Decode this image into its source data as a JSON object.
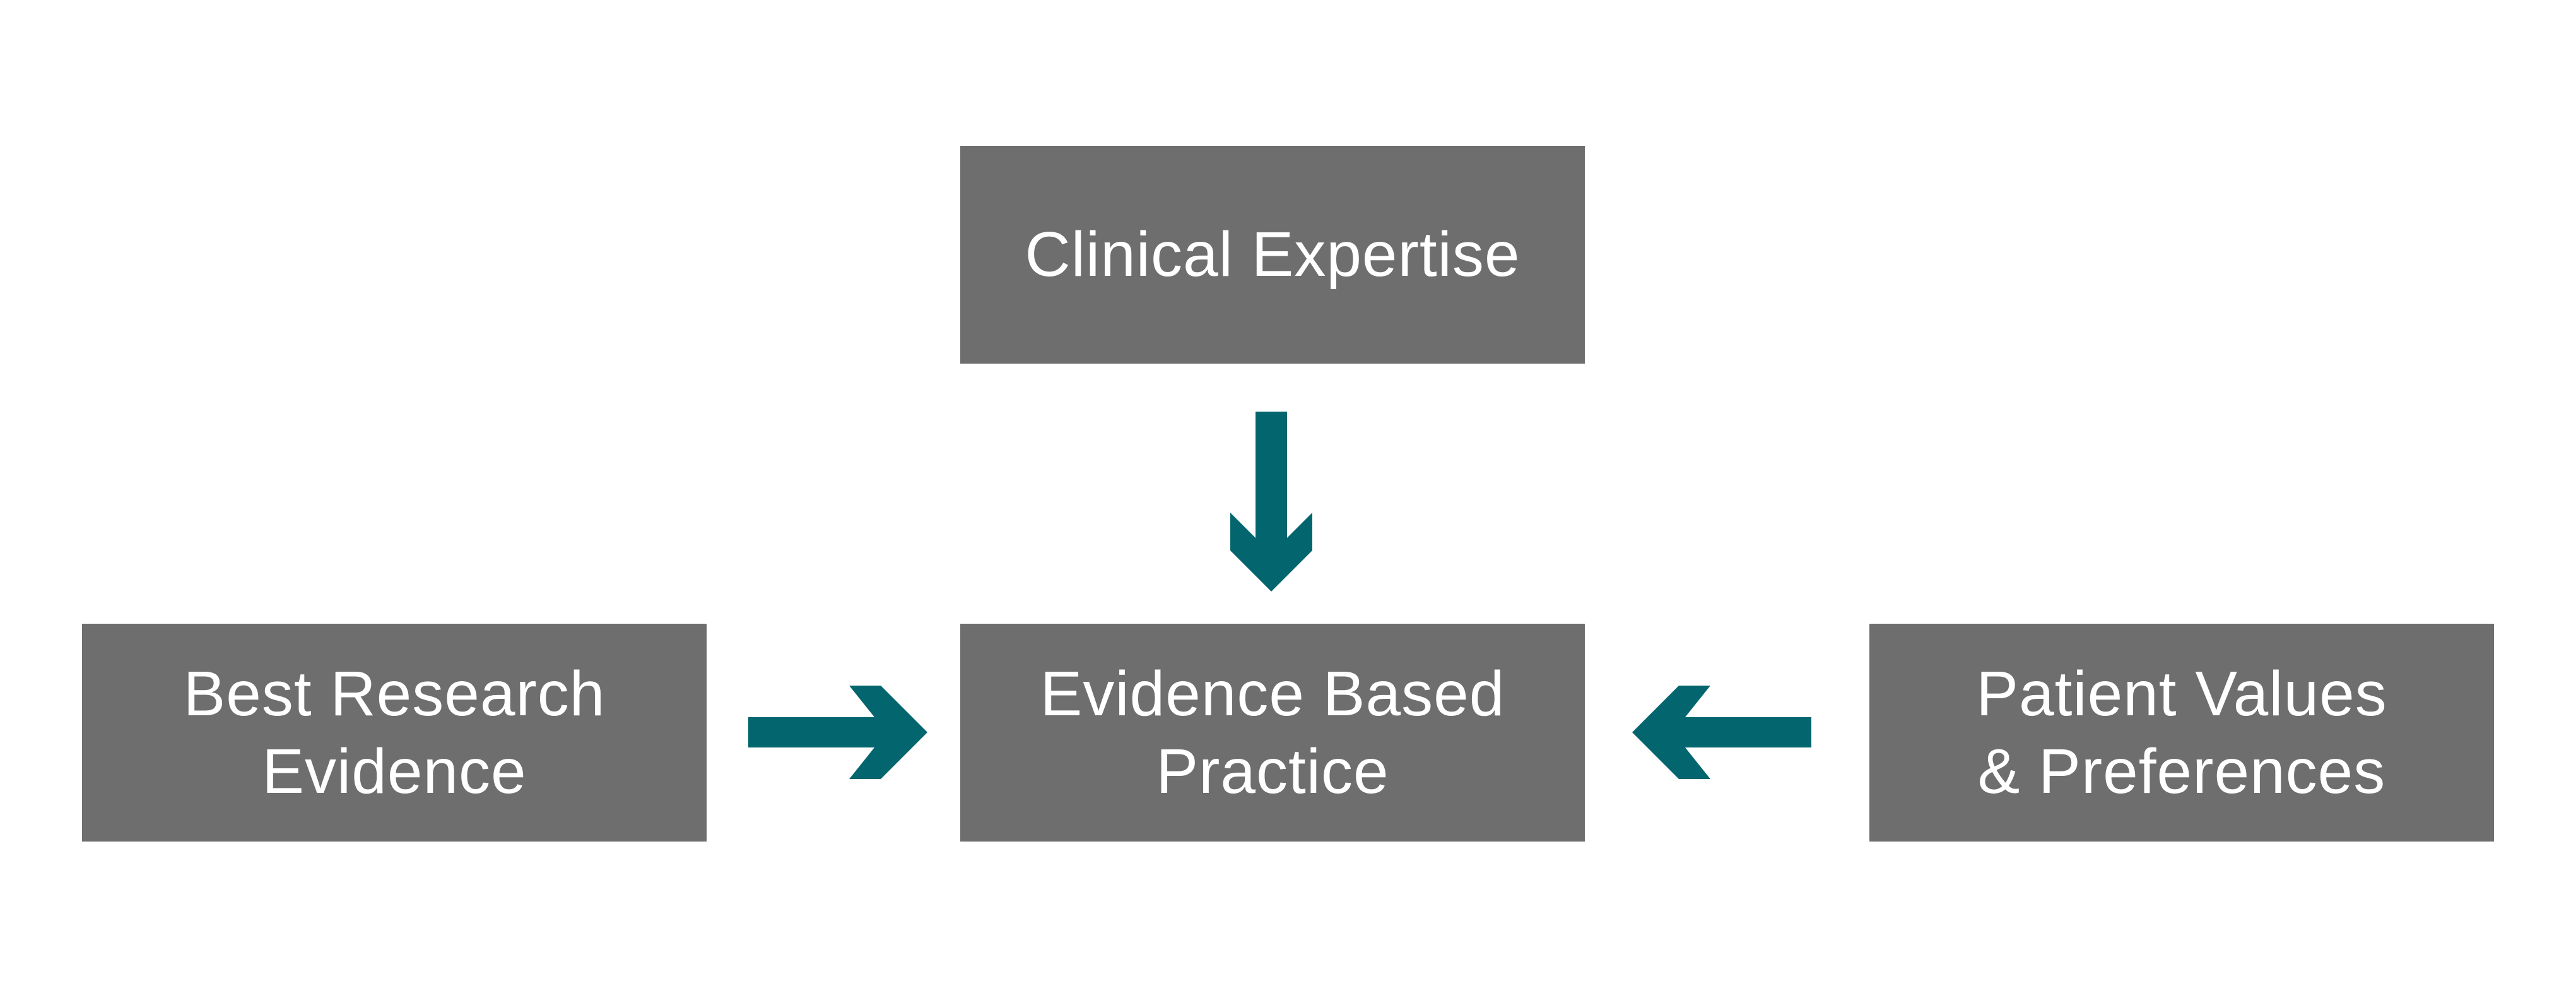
{
  "diagram": {
    "top_box": {
      "lines": [
        "Clinical Expertise"
      ]
    },
    "center_box": {
      "lines": [
        "Evidence Based",
        "Practice"
      ]
    },
    "left_box": {
      "lines": [
        "Best Research",
        "Evidence"
      ]
    },
    "right_box": {
      "lines": [
        "Patient Values",
        "& Preferences"
      ]
    }
  },
  "colors": {
    "box_fill": "#6e6e6e",
    "box_text": "#ffffff",
    "arrow": "#03656e",
    "background": "#ffffff"
  }
}
